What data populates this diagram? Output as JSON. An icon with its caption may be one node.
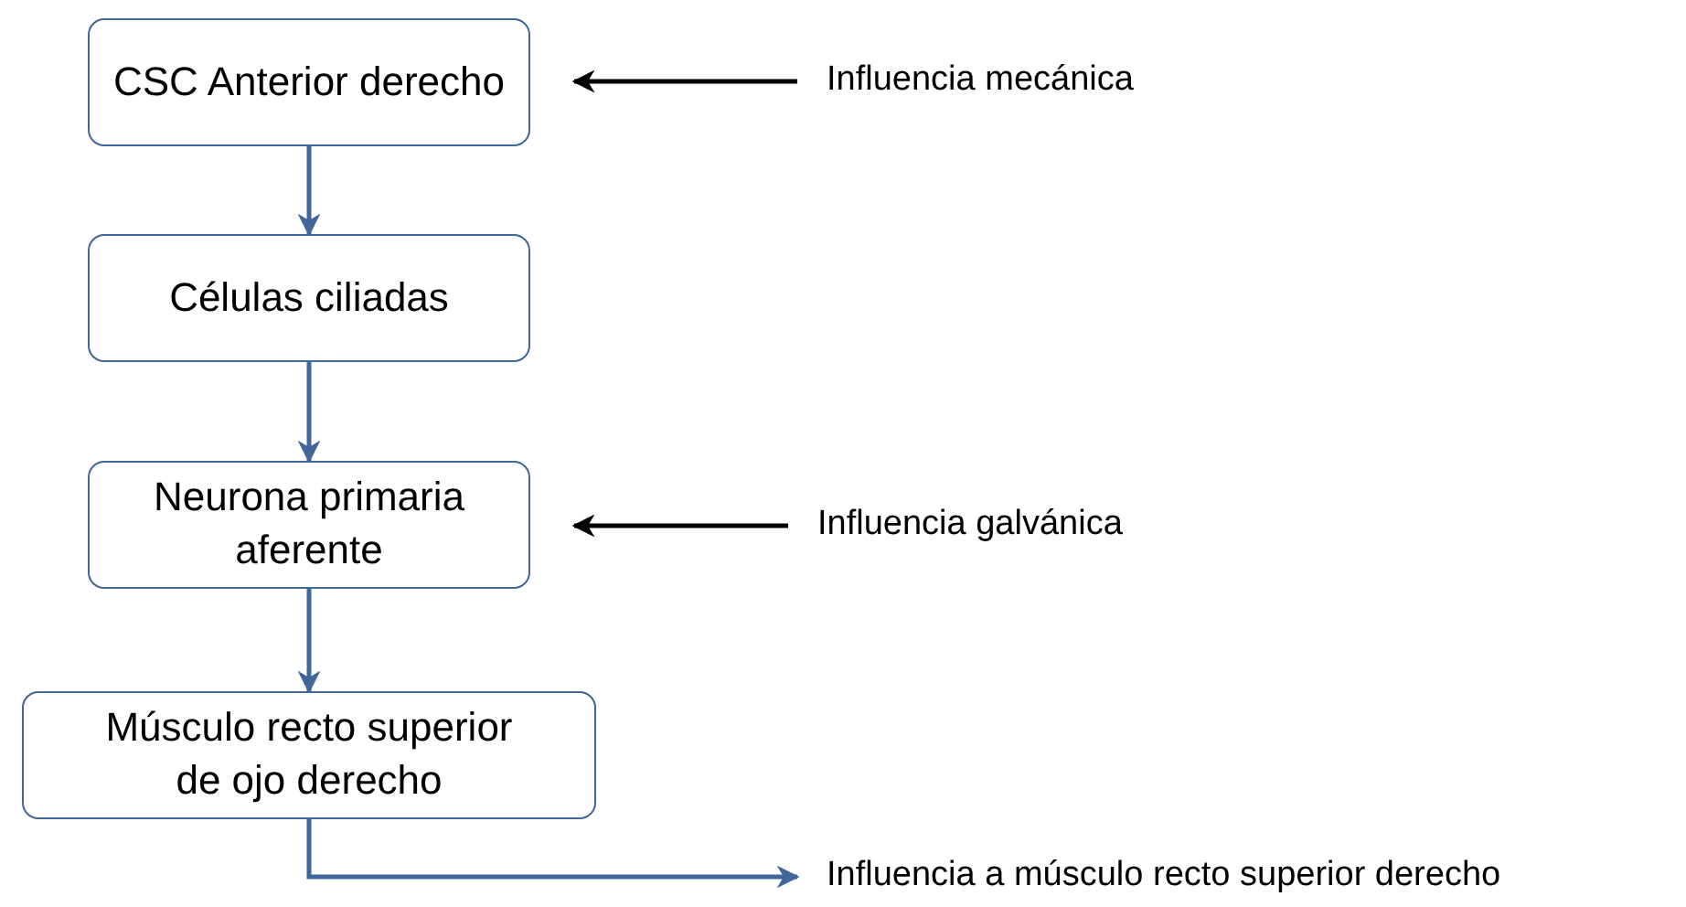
{
  "diagram": {
    "nodes": [
      {
        "text": [
          "CSC Anterior derecho"
        ]
      },
      {
        "text": [
          "Células ciliadas"
        ]
      },
      {
        "text": [
          "Neurona primaria aferente"
        ]
      },
      {
        "text": [
          "Músculo recto superior de ojo derecho"
        ]
      },
      {
        "text": [
          "Influencia mecánica"
        ]
      },
      {
        "text": [
          "Influencia galvánica"
        ]
      },
      {
        "text": [
          "Influencia a músculo recto superior derecho"
        ]
      }
    ],
    "edges": [
      {
        "from": 0,
        "to": 1,
        "arrow": "to"
      },
      {
        "from": 1,
        "to": 2,
        "arrow": "to"
      },
      {
        "from": 2,
        "to": 3,
        "arrow": "to"
      },
      {
        "from": 4,
        "to": 0,
        "arrow": "to",
        "color": "#000000"
      },
      {
        "from": 5,
        "to": 2,
        "arrow": "to",
        "color": "#000000"
      },
      {
        "from": 3,
        "to": 6,
        "arrow": "to"
      }
    ]
  }
}
